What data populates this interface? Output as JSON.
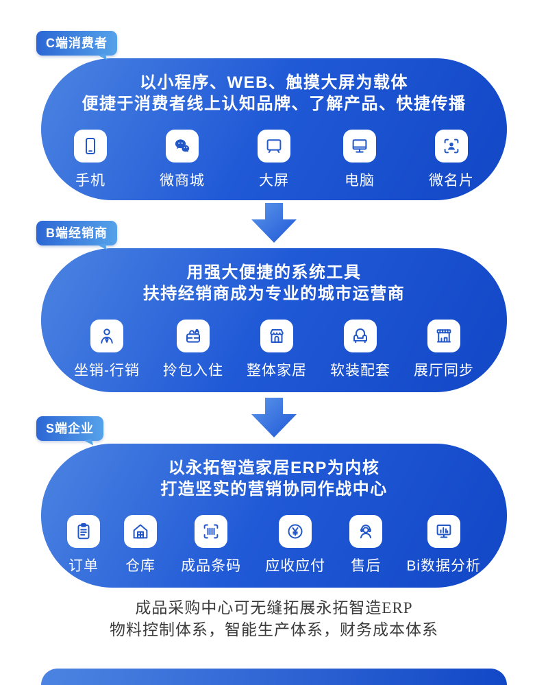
{
  "sections": [
    {
      "tag": "C端消费者",
      "title_line1": "以小程序、WEB、触摸大屏为载体",
      "title_line2": "便捷于消费者线上认知品牌、了解产品、快捷传播",
      "items": [
        {
          "icon": "phone-icon",
          "label": "手机"
        },
        {
          "icon": "wechat-icon",
          "label": "微商城"
        },
        {
          "icon": "big-screen-icon",
          "label": "大屏"
        },
        {
          "icon": "computer-icon",
          "label": "电脑"
        },
        {
          "icon": "mini-card-scan-icon",
          "label": "微名片"
        }
      ]
    },
    {
      "tag": "B端经销商",
      "title_line1": "用强大便捷的系统工具",
      "title_line2": "扶持经销商成为专业的城市运营商",
      "items": [
        {
          "icon": "salesperson-icon",
          "label": "坐销-行销"
        },
        {
          "icon": "suitcase-lock-icon",
          "label": "拎包入住"
        },
        {
          "icon": "home-store-icon",
          "label": "整体家居"
        },
        {
          "icon": "sofa-icon",
          "label": "软装配套"
        },
        {
          "icon": "showroom-icon",
          "label": "展厅同步"
        }
      ]
    },
    {
      "tag": "S端企业",
      "title_line1": "以永拓智造家居ERP为内核",
      "title_line2": "打造坚实的营销协同作战中心",
      "items": [
        {
          "icon": "order-clipboard-icon",
          "label": "订单"
        },
        {
          "icon": "warehouse-icon",
          "label": "仓库"
        },
        {
          "icon": "barcode-icon",
          "label": "成品条码"
        },
        {
          "icon": "yuan-coin-icon",
          "label": "应收应付"
        },
        {
          "icon": "headset-support-icon",
          "label": "售后"
        },
        {
          "icon": "bi-chart-icon",
          "label": "Bi数据分析"
        }
      ]
    }
  ],
  "footer": {
    "line1": "成品采购中心可无缝拓展永拓智造ERP",
    "line2": "物料控制体系，智能生产体系，财务成本体系"
  },
  "colors": {
    "page_bg": "#ffffff",
    "capsule_light": "#4c84e2",
    "capsule_mid": "#2059d6",
    "capsule_dark": "#1247c6",
    "tag_left": "#2c66d4",
    "tag_right": "#55a2ea",
    "icon_tile_bg": "#ffffff",
    "icon_glyph": "#2257c8",
    "text_on_blue": "#ffffff",
    "footer_text": "#3b3b3b",
    "arrow_light": "#5b96ea",
    "arrow_dark": "#1f57d6"
  }
}
